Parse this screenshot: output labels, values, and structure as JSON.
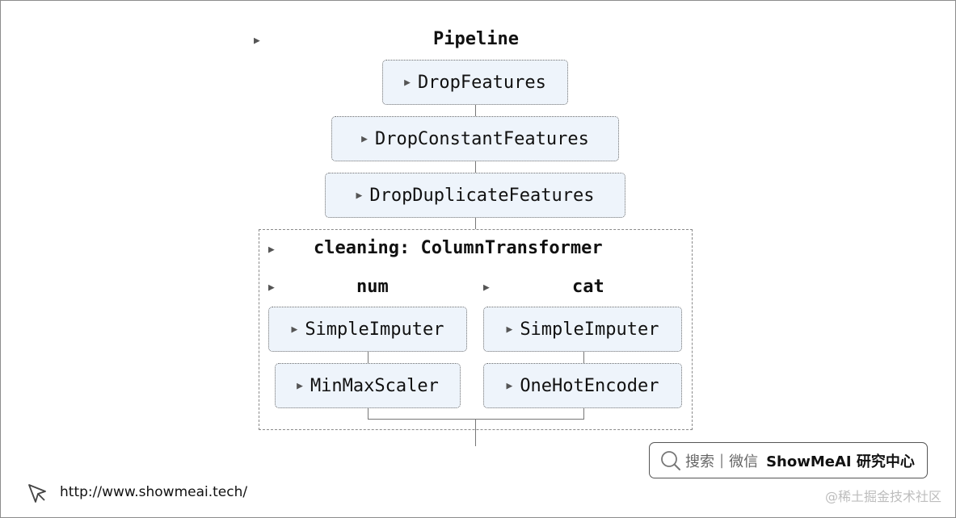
{
  "pipeline": {
    "title": "Pipeline",
    "steps": [
      "DropFeatures",
      "DropConstantFeatures",
      "DropDuplicateFeatures"
    ]
  },
  "column_transformer": {
    "title": "cleaning: ColumnTransformer",
    "branches": [
      {
        "name": "num",
        "steps": [
          "SimpleImputer",
          "MinMaxScaler"
        ]
      },
      {
        "name": "cat",
        "steps": [
          "SimpleImputer",
          "OneHotEncoder"
        ]
      }
    ]
  },
  "expand_glyph": "▶",
  "badge": {
    "search_label": "搜索",
    "separator": "|",
    "wechat_label": "微信",
    "brand": "ShowMeAI 研究中心"
  },
  "footer": {
    "url": "http://www.showmeai.tech/",
    "watermark": "@稀土掘金技术社区"
  },
  "colors": {
    "estimator_bg": "#eef4fb",
    "border": "#6e6e6e"
  }
}
